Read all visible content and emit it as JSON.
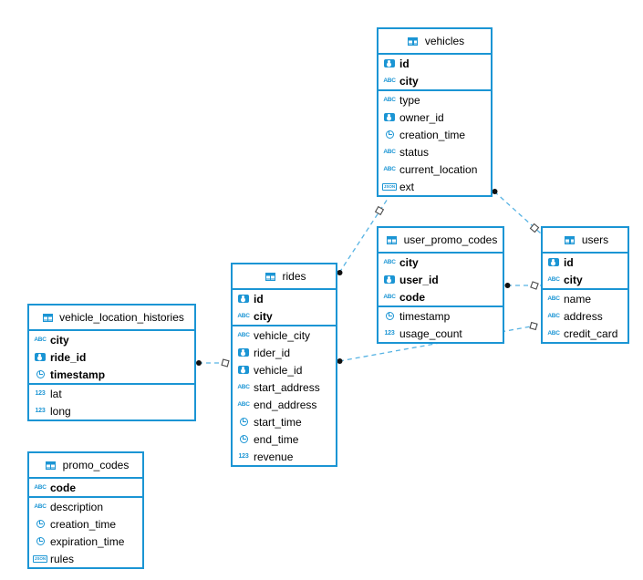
{
  "diagram": {
    "background": "#ffffff",
    "accent_color": "#1b95d4",
    "connector_color": "#57b3e3"
  },
  "tables": [
    {
      "title": "vehicles",
      "icon": "table-grid-icon",
      "primary_fields": [
        {
          "name": "id",
          "icon": "id-badge-icon"
        },
        {
          "name": "city",
          "icon": "text-type-icon"
        }
      ],
      "fields": [
        {
          "name": "type",
          "icon": "text-type-icon"
        },
        {
          "name": "owner_id",
          "icon": "id-badge-icon"
        },
        {
          "name": "creation_time",
          "icon": "time-type-icon"
        },
        {
          "name": "status",
          "icon": "text-type-icon"
        },
        {
          "name": "current_location",
          "icon": "text-type-icon"
        },
        {
          "name": "ext",
          "icon": "json-type-icon"
        }
      ]
    },
    {
      "title": "user_promo_codes",
      "icon": "table-grid-icon",
      "primary_fields": [
        {
          "name": "city",
          "icon": "text-type-icon"
        },
        {
          "name": "user_id",
          "icon": "id-badge-icon"
        },
        {
          "name": "code",
          "icon": "text-type-icon"
        }
      ],
      "fields": [
        {
          "name": "timestamp",
          "icon": "time-type-icon"
        },
        {
          "name": "usage_count",
          "icon": "number-type-icon"
        }
      ]
    },
    {
      "title": "users",
      "icon": "table-grid-icon",
      "primary_fields": [
        {
          "name": "id",
          "icon": "id-badge-icon"
        },
        {
          "name": "city",
          "icon": "text-type-icon"
        }
      ],
      "fields": [
        {
          "name": "name",
          "icon": "text-type-icon"
        },
        {
          "name": "address",
          "icon": "text-type-icon"
        },
        {
          "name": "credit_card",
          "icon": "text-type-icon"
        }
      ]
    },
    {
      "title": "rides",
      "icon": "table-grid-icon",
      "primary_fields": [
        {
          "name": "id",
          "icon": "id-badge-icon"
        },
        {
          "name": "city",
          "icon": "text-type-icon"
        }
      ],
      "fields": [
        {
          "name": "vehicle_city",
          "icon": "text-type-icon"
        },
        {
          "name": "rider_id",
          "icon": "id-badge-icon"
        },
        {
          "name": "vehicle_id",
          "icon": "id-badge-icon"
        },
        {
          "name": "start_address",
          "icon": "text-type-icon"
        },
        {
          "name": "end_address",
          "icon": "text-type-icon"
        },
        {
          "name": "start_time",
          "icon": "time-type-icon"
        },
        {
          "name": "end_time",
          "icon": "time-type-icon"
        },
        {
          "name": "revenue",
          "icon": "number-type-icon"
        }
      ]
    },
    {
      "title": "vehicle_location_histories",
      "icon": "table-grid-icon",
      "primary_fields": [
        {
          "name": "city",
          "icon": "text-type-icon"
        },
        {
          "name": "ride_id",
          "icon": "id-badge-icon"
        },
        {
          "name": "timestamp",
          "icon": "time-type-icon"
        }
      ],
      "fields": [
        {
          "name": "lat",
          "icon": "number-type-icon"
        },
        {
          "name": "long",
          "icon": "number-type-icon"
        }
      ]
    },
    {
      "title": "promo_codes",
      "icon": "table-grid-icon",
      "primary_fields": [
        {
          "name": "code",
          "icon": "text-type-icon"
        }
      ],
      "fields": [
        {
          "name": "description",
          "icon": "text-type-icon"
        },
        {
          "name": "creation_time",
          "icon": "time-type-icon"
        },
        {
          "name": "expiration_time",
          "icon": "time-type-icon"
        },
        {
          "name": "rules",
          "icon": "json-type-icon"
        }
      ]
    }
  ],
  "relations": [
    {
      "from": "vehicle_location_histories",
      "to": "rides",
      "from_marker": "dot",
      "to_marker": "diamond",
      "style": "dashed"
    },
    {
      "from": "rides",
      "to": "vehicles",
      "from_marker": "dot",
      "to_marker": "diamond",
      "style": "dashed"
    },
    {
      "from": "vehicles",
      "to": "users",
      "from_marker": "dot",
      "to_marker": "diamond",
      "style": "dashed"
    },
    {
      "from": "user_promo_codes",
      "to": "users",
      "from_marker": "dot",
      "to_marker": "diamond",
      "style": "dashed"
    },
    {
      "from": "rides",
      "to": "users",
      "from_marker": "dot",
      "to_marker": "diamond",
      "style": "dashed"
    }
  ]
}
